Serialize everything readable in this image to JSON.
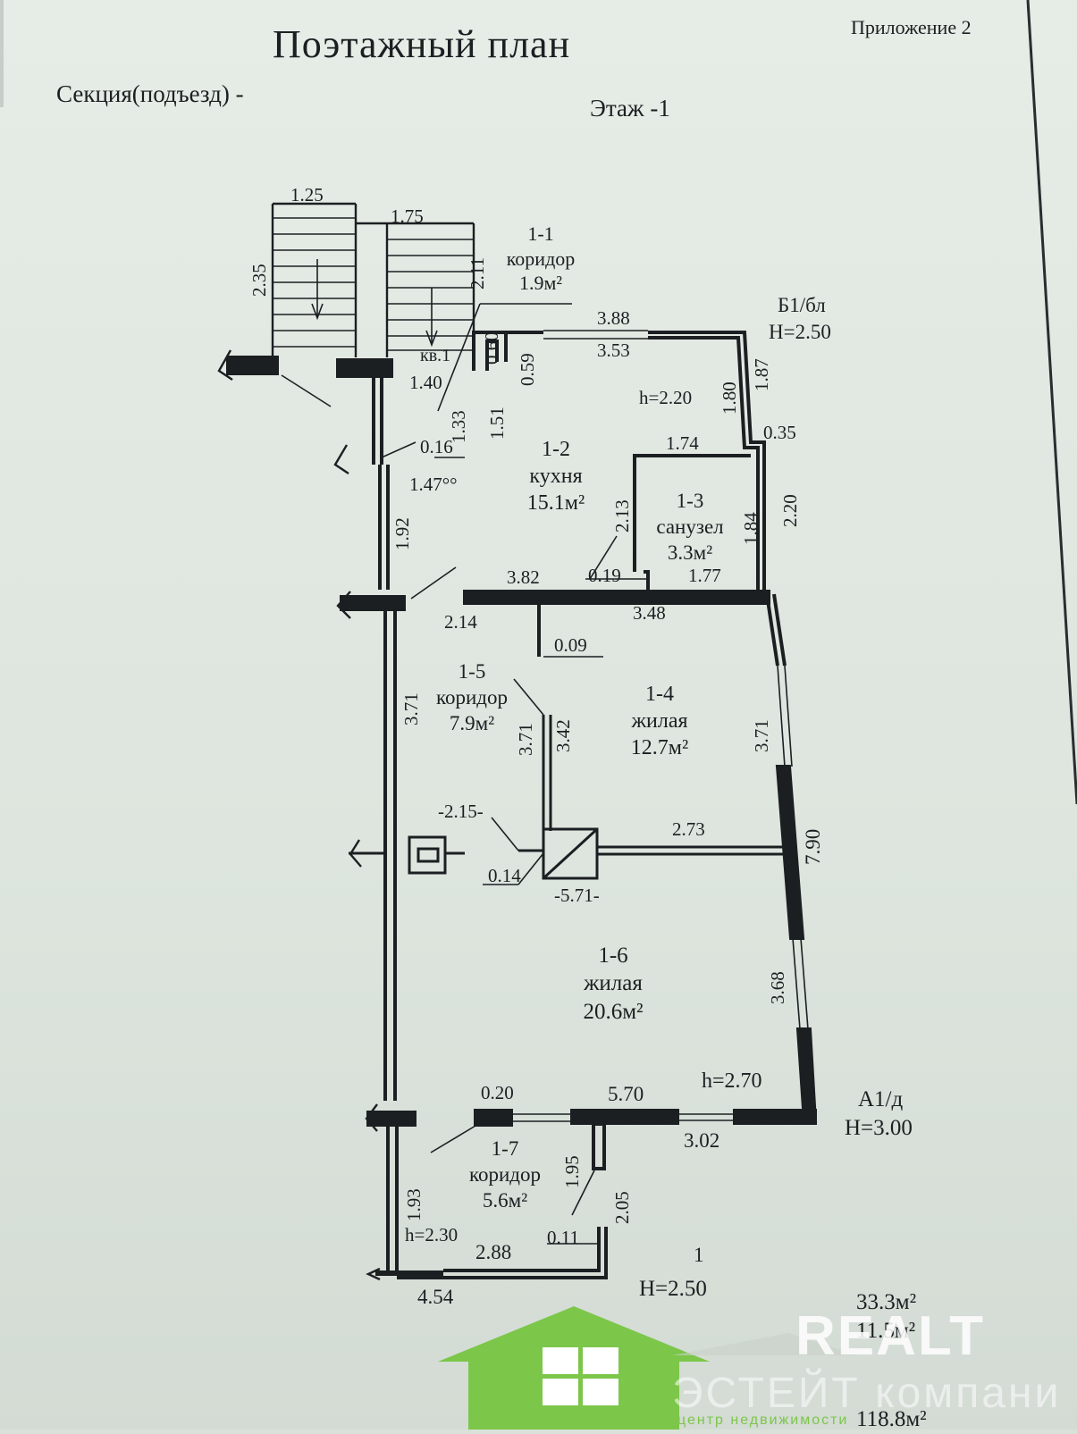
{
  "header": {
    "title": "Поэтажный план",
    "appendix": "Приложение 2",
    "section": "Секция(подъезд) -",
    "floor": "Этаж -1"
  },
  "rooms": [
    {
      "id": "1-1",
      "name": "коридор",
      "area": "1.9м²"
    },
    {
      "id": "1-2",
      "name": "кухня",
      "area": "15.1м²"
    },
    {
      "id": "1-3",
      "name": "санузел",
      "area": "3.3м²"
    },
    {
      "id": "1-4",
      "name": "жилая",
      "area": "12.7м²"
    },
    {
      "id": "1-5",
      "name": "коридор",
      "area": "7.9м²"
    },
    {
      "id": "1-6",
      "name": "жилая",
      "area": "20.6м²"
    },
    {
      "id": "1-7",
      "name": "коридор",
      "area": "5.6м²"
    }
  ],
  "labels": {
    "apartment": "кв.1",
    "b1": "Б1/бл",
    "b1_height": "H=2.50",
    "a1": "А1/д",
    "a1_height": "H=3.00",
    "one": "1",
    "one_height": "H=2.50",
    "h_kitchen": "h=2.20",
    "h_living": "h=2.70",
    "h_corridor": "h=2.30"
  },
  "dimensions_horizontal": [
    "1.25",
    "1.75",
    "3.88",
    "3.53",
    "0.35",
    "1.74",
    "0.16",
    "1.47°°",
    "1.40",
    "3.82",
    "0.19",
    "1.77",
    "2.14",
    "3.48",
    "0.09",
    "-2.15-",
    "2.73",
    "0.14",
    "-5.71-",
    "0.20",
    "5.70",
    "3.02",
    "0.11",
    "2.88",
    "4.54"
  ],
  "dimensions_vertical": [
    "2.35",
    "2.11",
    "0.60",
    "0.59",
    "1.33",
    "1.51",
    "1.80",
    "1.87",
    "2.13",
    "1.84",
    "2.20",
    "1.92",
    "3.71",
    "3.71",
    "3.42",
    "3.71",
    "7.90",
    "3.68",
    "1.95",
    "2.05",
    "1.93"
  ],
  "totals": [
    "33.3м²",
    "11.5м²",
    "118.8м²"
  ],
  "watermark": {
    "brand": "REALT",
    "sub": "ЭСТЕЙТ компани",
    "tagline": "центр недвижимости"
  },
  "colors": {
    "paper": "#e3e9e3",
    "ink": "#1c1f22",
    "logo_green": "#7cc64a"
  }
}
